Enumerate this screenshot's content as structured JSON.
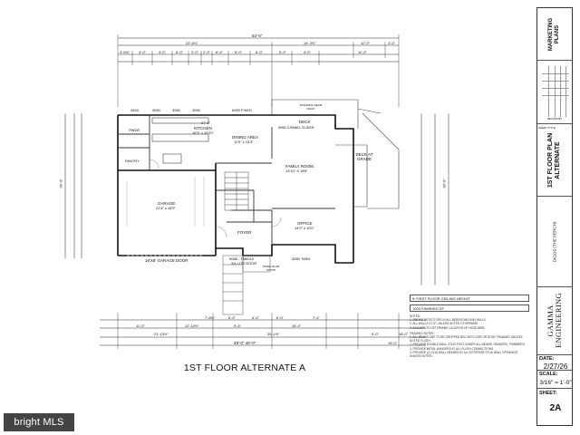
{
  "title_block": {
    "sheet_title": "MARKETING PLANS",
    "revisions_label": "REVISIONS",
    "plan_title": "1ST FLOOR PLAN ALTERNATE",
    "sheet_title_label": "SHEET TITLE",
    "client": "DIGGS (THE PERCH)",
    "firm": "GAMMA ENGINEERING",
    "date_label": "DATE:",
    "date": "2/27/26",
    "scale_label": "SCALE:",
    "scale": "3/16\" = 1'-0\"",
    "sheet_label": "SHEET:",
    "sheet": "2A"
  },
  "drawing": {
    "title": "1ST FLOOR ALTERNATE A",
    "overall_dims": {
      "top_total": "63'-0\"",
      "bottom_total": "48'-0\" 48'-0\"",
      "left_total": "36'-0\"",
      "right_total": "36'-0\""
    },
    "dims_top_1": [
      "22'-6½\"",
      "14'-3½\"",
      "12'-0\"",
      "3'-0\"",
      "3'-0\""
    ],
    "dims_top_2": [
      "3'-6½\"",
      "4'-0\"",
      "4'-0\"",
      "6'-0\"",
      "2'-0\"",
      "2'-0\"",
      "6'-0\"",
      "5'-0\"",
      "6'-0\"",
      "5'-0\"",
      "4'-0\"",
      "11'-0\""
    ],
    "dims_bottom_1": [
      "11'-0\"",
      "12'-10½\"",
      "9'-6\"",
      "16'-4\""
    ],
    "dims_bottom_2": [
      "21'-10½\"",
      "26'-1½\"",
      "15'-0\""
    ],
    "dims_bottom_3": [
      "7'-8½\"",
      "6'-0\"",
      "6'-0\"",
      "6'-0\"",
      "7'-4\"",
      "5'-0\"",
      "18'-0\""
    ],
    "window_tags": [
      "2840",
      "3050",
      "3050",
      "3050",
      "6050 FIXED"
    ],
    "rooms": {
      "kitchen": "KITCHEN",
      "kitchen_size": "16'3\" x 10'10\"",
      "kitchen_dim": "27'-8\"",
      "dining": "DINING AREA",
      "dining_size": "11'5\" x 13'3\"",
      "deck": "DECK",
      "slider": "9068 3-PANEL SLIDER",
      "deck_grade": "DECK AT GRADE",
      "family": "FAMILY ROOM",
      "family_size": "13'10\" X 18'8\"",
      "garage": "GARAGE",
      "garage_size": "21'4\" x 16'5\"",
      "garage_door": "16'X8' GARAGE DOOR",
      "foyer": "FOYER",
      "foyer_door": "9068 - TM6010",
      "foyer_door2": "3/4 LITE DOOR",
      "office": "OFFICE",
      "office_size": "14'0\" x 10'0\"",
      "twin": "3050 TWIN",
      "pantry": "PANTRY",
      "pwdr": "PWDR",
      "slab": "PAVED SLAB STOOP",
      "standing": "STANDING SEAM ROOF"
    },
    "notes": {
      "ceiling": "9' FIRST FLOOR CEILING HEIGHT",
      "finished": "1004 FINISHED SF",
      "notes_head": "NOTES:",
      "notes": [
        "1. SMOKE DETECTORS IN ALL BEDROOMS AND HALLS.",
        "2. ALL WALLS 3 1/2\" UNLESS NOTED OTHERWISE.",
        "3. BUILDER TO DETERMINE LOCATION OF HOSE BIBB."
      ],
      "framing_head": "FRAMING NOTES:",
      "framing": [
        "1. ALL BEAMS ARE TO BE DROPPED BELOW FLOOR OR ROOF FRAMING UNLESS NOTED FLUSH.",
        "2. PROVIDE DOUBLE WALL STUD POST UNDER ALL BEAMS, HEADERS, TRIMMERS.",
        "3. PROVIDE METAL HANGERS AT ALL FLUSH CONNECTIONS.",
        "4. PROVIDE (2) 2X10 WALL HEADER AT ALL EXTERIOR STUD WALL OPENINGS UNLESS NOTED."
      ]
    }
  },
  "watermark": "bright MLS"
}
